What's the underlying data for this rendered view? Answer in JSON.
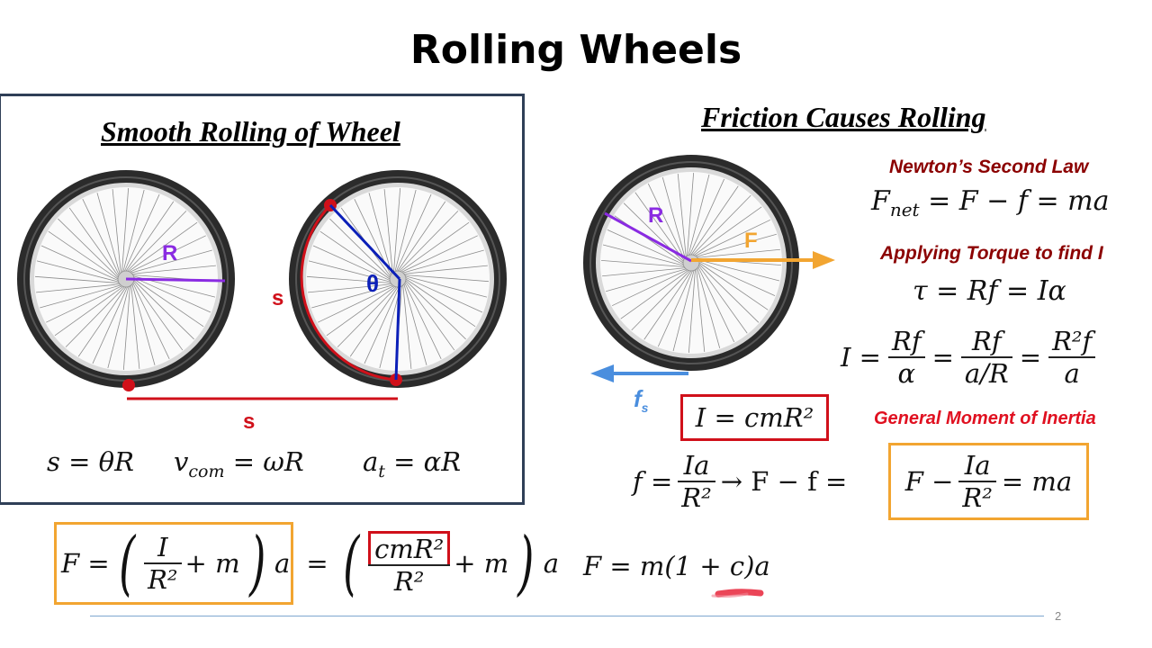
{
  "slide": {
    "title": "Rolling Wheels",
    "page_number": "2"
  },
  "left_panel": {
    "heading": "Smooth Rolling of Wheel",
    "label_R": "R",
    "label_s_arc": "s",
    "label_theta": "θ",
    "label_s_ground": "s",
    "eq_s": "s = θR",
    "eq_v_main": "v",
    "eq_v_sub": "com",
    "eq_v_rhs": " = ωR",
    "eq_a_main": "a",
    "eq_a_sub": "t",
    "eq_a_rhs": " = αR"
  },
  "right_panel": {
    "heading": "Friction Causes Rolling",
    "label_R": "R",
    "label_F": "F",
    "label_fs_main": "f",
    "label_fs_sub": "s",
    "newton_label": "Newton’s Second Law",
    "newton_lhs_main": "F",
    "newton_lhs_sub": "net",
    "newton_rhs": " = F − f = ma",
    "torque_label": "Applying Torque to find I",
    "torque_eq": "τ = Rf = Iα",
    "inertia_I": "I =",
    "inertia_f1_num": "Rf",
    "inertia_f1_den": "α",
    "inertia_eq2": "=",
    "inertia_f2_num": "Rf",
    "inertia_f2_den": "a/R",
    "inertia_eq3": "=",
    "inertia_f3_num": "R²f",
    "inertia_f3_den": "a",
    "general_I_eq": "I = cmR²",
    "general_label": "General Moment of Inertia",
    "f_lhs": "f =",
    "f_num": "Ia",
    "f_den": "R²",
    "f_arrow": "→ F − f =",
    "boxed_F": "F −",
    "boxed_num": "Ia",
    "boxed_den": "R²",
    "boxed_rhs": "= ma"
  },
  "bottom": {
    "F_eq": "F =",
    "F_frac_num": "I",
    "F_frac_den": "R²",
    "F_plus_m": "+ m",
    "F_a": "a",
    "equals": "=",
    "F2_frac_num": "cmR²",
    "F2_frac_den": "R²",
    "F2_plus_m": "+ m",
    "F2_a": "a",
    "final_eq": "F = m(1 + c)a",
    "lparen": "(",
    "rparen": ")"
  },
  "colors": {
    "purple": "#8a2be2",
    "blue": "#0b1fb8",
    "red": "#d0101a",
    "orange": "#f2a531",
    "arrow_blue": "#4a8ede",
    "dark_red": "#8b0000"
  }
}
